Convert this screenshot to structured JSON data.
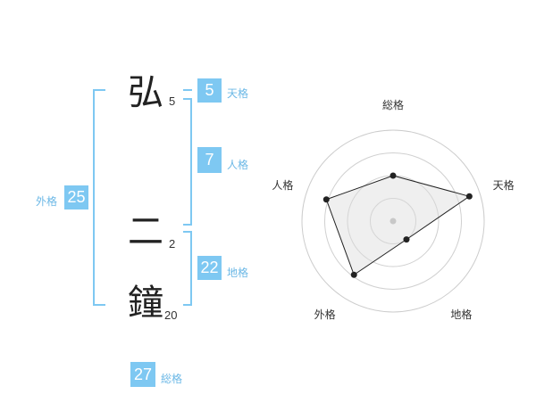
{
  "name": {
    "chars": [
      {
        "char": "弘",
        "strokes": "5"
      },
      {
        "char": "二",
        "strokes": "2"
      },
      {
        "char": "鐘",
        "strokes": "20"
      }
    ]
  },
  "kaku": {
    "ten": {
      "value": "5",
      "label": "天格"
    },
    "jin": {
      "value": "7",
      "label": "人格"
    },
    "chi": {
      "value": "22",
      "label": "地格"
    },
    "gai": {
      "value": "25",
      "label": "外格"
    },
    "sou": {
      "value": "27",
      "label": "総格"
    }
  },
  "chart_data": {
    "type": "radar",
    "axes": [
      "総格",
      "天格",
      "地格",
      "外格",
      "人格"
    ],
    "values": [
      0.5,
      0.88,
      0.25,
      0.73,
      0.77
    ],
    "range": [
      0,
      1
    ],
    "rings": 4
  },
  "colors": {
    "accent": "#7ec8f2",
    "line": "#222222",
    "fill": "#eeeeee"
  }
}
